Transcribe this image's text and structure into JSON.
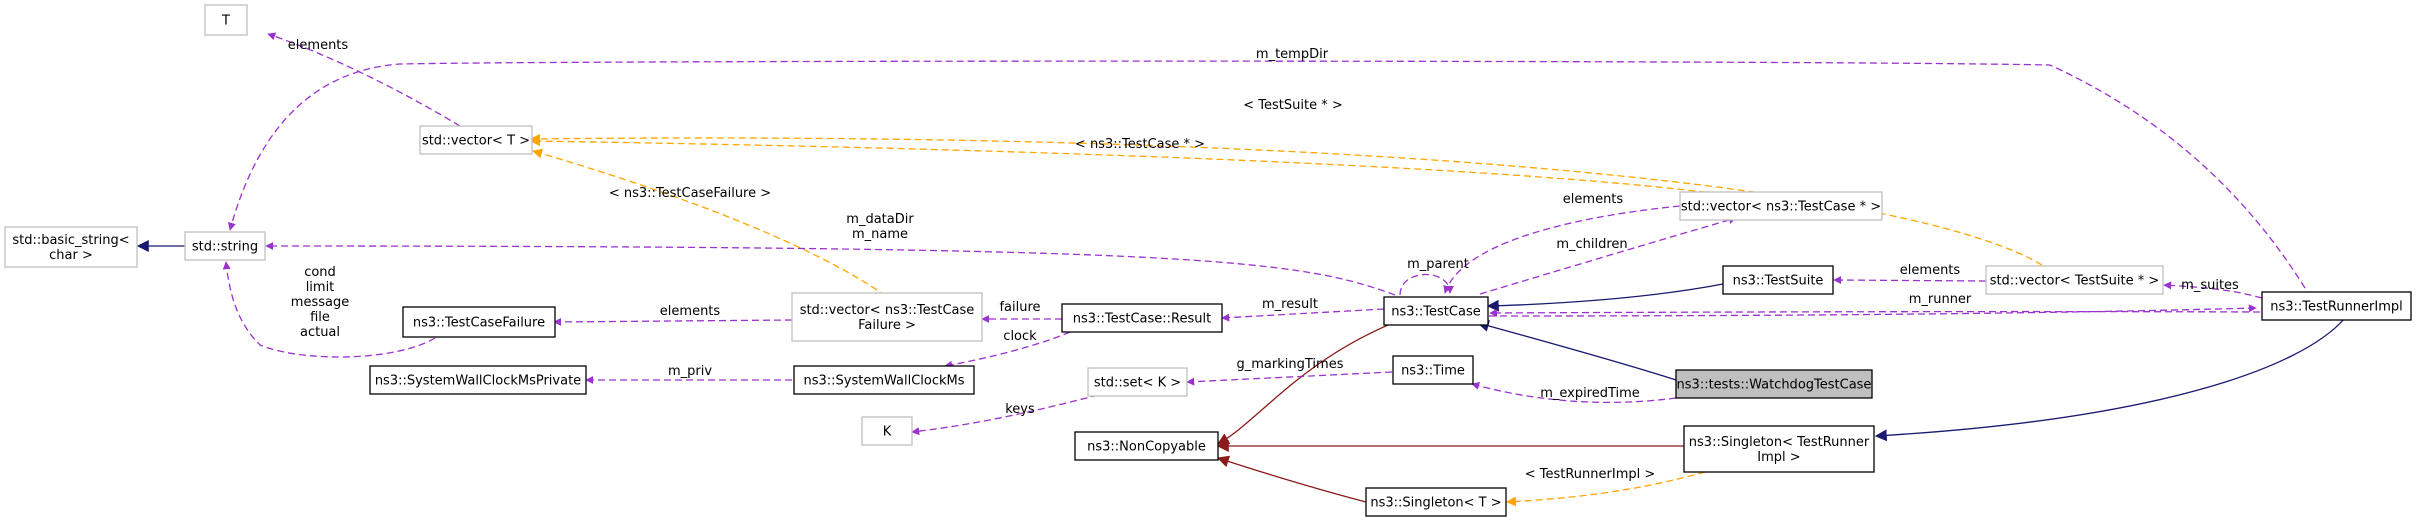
{
  "colors": {
    "purple": "#9a32cd",
    "orange": "#ffa500",
    "navy": "#191970",
    "darkred": "#8b1a1a",
    "gray_border": "#bfbfbf",
    "focus_fill": "#bfbfbf"
  },
  "nodes": {
    "T": [
      "T"
    ],
    "vectorT": [
      "std::vector< T >"
    ],
    "basicString": [
      "std::basic_string<",
      "char >"
    ],
    "string": [
      "std::string"
    ],
    "testCaseFailure": [
      "ns3::TestCaseFailure"
    ],
    "swcmPrivate": [
      "ns3::SystemWallClockMsPrivate"
    ],
    "K": [
      "K"
    ],
    "nonCopyable": [
      "ns3::NonCopyable"
    ],
    "vectorTCF": [
      "std::vector< ns3::TestCase",
      "Failure >"
    ],
    "swcm": [
      "ns3::SystemWallClockMs"
    ],
    "setK": [
      "std::set< K >"
    ],
    "tcResult": [
      "ns3::TestCase::Result"
    ],
    "testCase": [
      "ns3::TestCase"
    ],
    "time": [
      "ns3::Time"
    ],
    "singletonT": [
      "ns3::Singleton< T >"
    ],
    "vectorTCptr": [
      "std::vector< ns3::TestCase * >"
    ],
    "testSuite": [
      "ns3::TestSuite"
    ],
    "watchdog": [
      "ns3::tests::WatchdogTestCase"
    ],
    "singletonTRI": [
      "ns3::Singleton< TestRunner",
      "Impl >"
    ],
    "vectorTSptr": [
      "std::vector< TestSuite * >"
    ],
    "testRunnerImpl": [
      "ns3::TestRunnerImpl"
    ]
  },
  "edge_labels": {
    "m_tempDir": [
      "m_tempDir"
    ],
    "vecT_elements": [
      "elements"
    ],
    "ts_ptr": [
      "< TestSuite * >"
    ],
    "tc_ptr": [
      "< ns3::TestCase * >"
    ],
    "tcf_tpl": [
      "< ns3::TestCaseFailure >"
    ],
    "dataDir_name": [
      "m_dataDir",
      "m_name"
    ],
    "vecTC_elements": [
      "elements"
    ],
    "m_children": [
      "m_children"
    ],
    "m_parent": [
      "m_parent"
    ],
    "cond_list": [
      "cond",
      "limit",
      "message",
      "file",
      "actual"
    ],
    "tcf_elements": [
      "elements"
    ],
    "failure": [
      "failure"
    ],
    "m_result": [
      "m_result"
    ],
    "clock": [
      "clock"
    ],
    "m_runner": [
      "m_runner"
    ],
    "ts_elements": [
      "elements"
    ],
    "m_suites": [
      "m_suites"
    ],
    "m_priv": [
      "m_priv"
    ],
    "g_markingTimes": [
      "g_markingTimes"
    ],
    "m_expiredTime": [
      "m_expiredTime"
    ],
    "keys": [
      "keys"
    ],
    "tri_tpl": [
      "< TestRunnerImpl >"
    ]
  }
}
